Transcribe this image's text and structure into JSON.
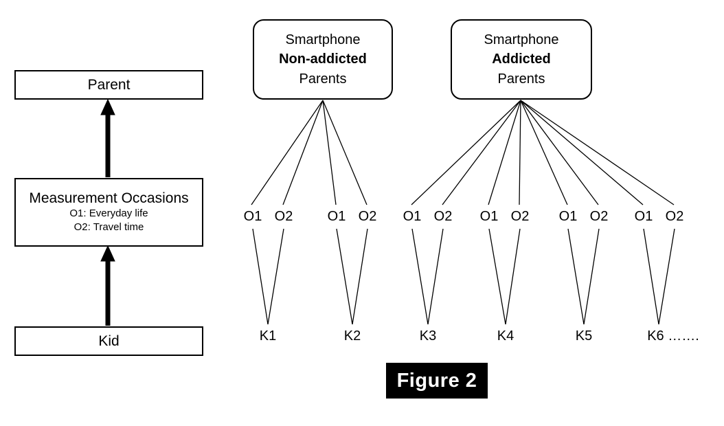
{
  "figure": {
    "caption": "Figure 2",
    "caption_bg": "#000000",
    "caption_fg": "#ffffff"
  },
  "left_panel": {
    "levels": [
      {
        "id": "parent",
        "label": "Parent"
      },
      {
        "id": "measurement-occasions",
        "label": "Measurement Occasions",
        "sublabels": [
          "O1: Everyday life",
          "O2: Travel time"
        ]
      },
      {
        "id": "kid",
        "label": "Kid"
      }
    ],
    "arrows": [
      {
        "from": "kid",
        "to": "measurement-occasions",
        "direction": "up"
      },
      {
        "from": "measurement-occasions",
        "to": "parent",
        "direction": "up"
      }
    ]
  },
  "right_panel": {
    "groups": [
      {
        "id": "non-addicted",
        "line1": "Smartphone",
        "line2": "Non-addicted",
        "line3": "Parents",
        "line2_bold": true,
        "kids": [
          {
            "id": "K1",
            "label": "K1",
            "occasions": [
              "O1",
              "O2"
            ]
          },
          {
            "id": "K2",
            "label": "K2",
            "occasions": [
              "O1",
              "O2"
            ]
          }
        ]
      },
      {
        "id": "addicted",
        "line1": "Smartphone",
        "line2": "Addicted",
        "line3": "Parents",
        "line2_bold": true,
        "kids": [
          {
            "id": "K3",
            "label": "K3",
            "occasions": [
              "O1",
              "O2"
            ]
          },
          {
            "id": "K4",
            "label": "K4",
            "occasions": [
              "O1",
              "O2"
            ]
          },
          {
            "id": "K5",
            "label": "K5",
            "occasions": [
              "O1",
              "O2"
            ]
          },
          {
            "id": "K6",
            "label": "K6 …….",
            "occasions": [
              "O1",
              "O2"
            ]
          }
        ]
      }
    ],
    "occasion_labels": {
      "o1": "O1",
      "o2": "O2"
    },
    "kid_labels": [
      "K1",
      "K2",
      "K3",
      "K4",
      "K5",
      "K6 ……."
    ]
  },
  "style": {
    "line_color": "#000000",
    "background": "#ffffff"
  }
}
